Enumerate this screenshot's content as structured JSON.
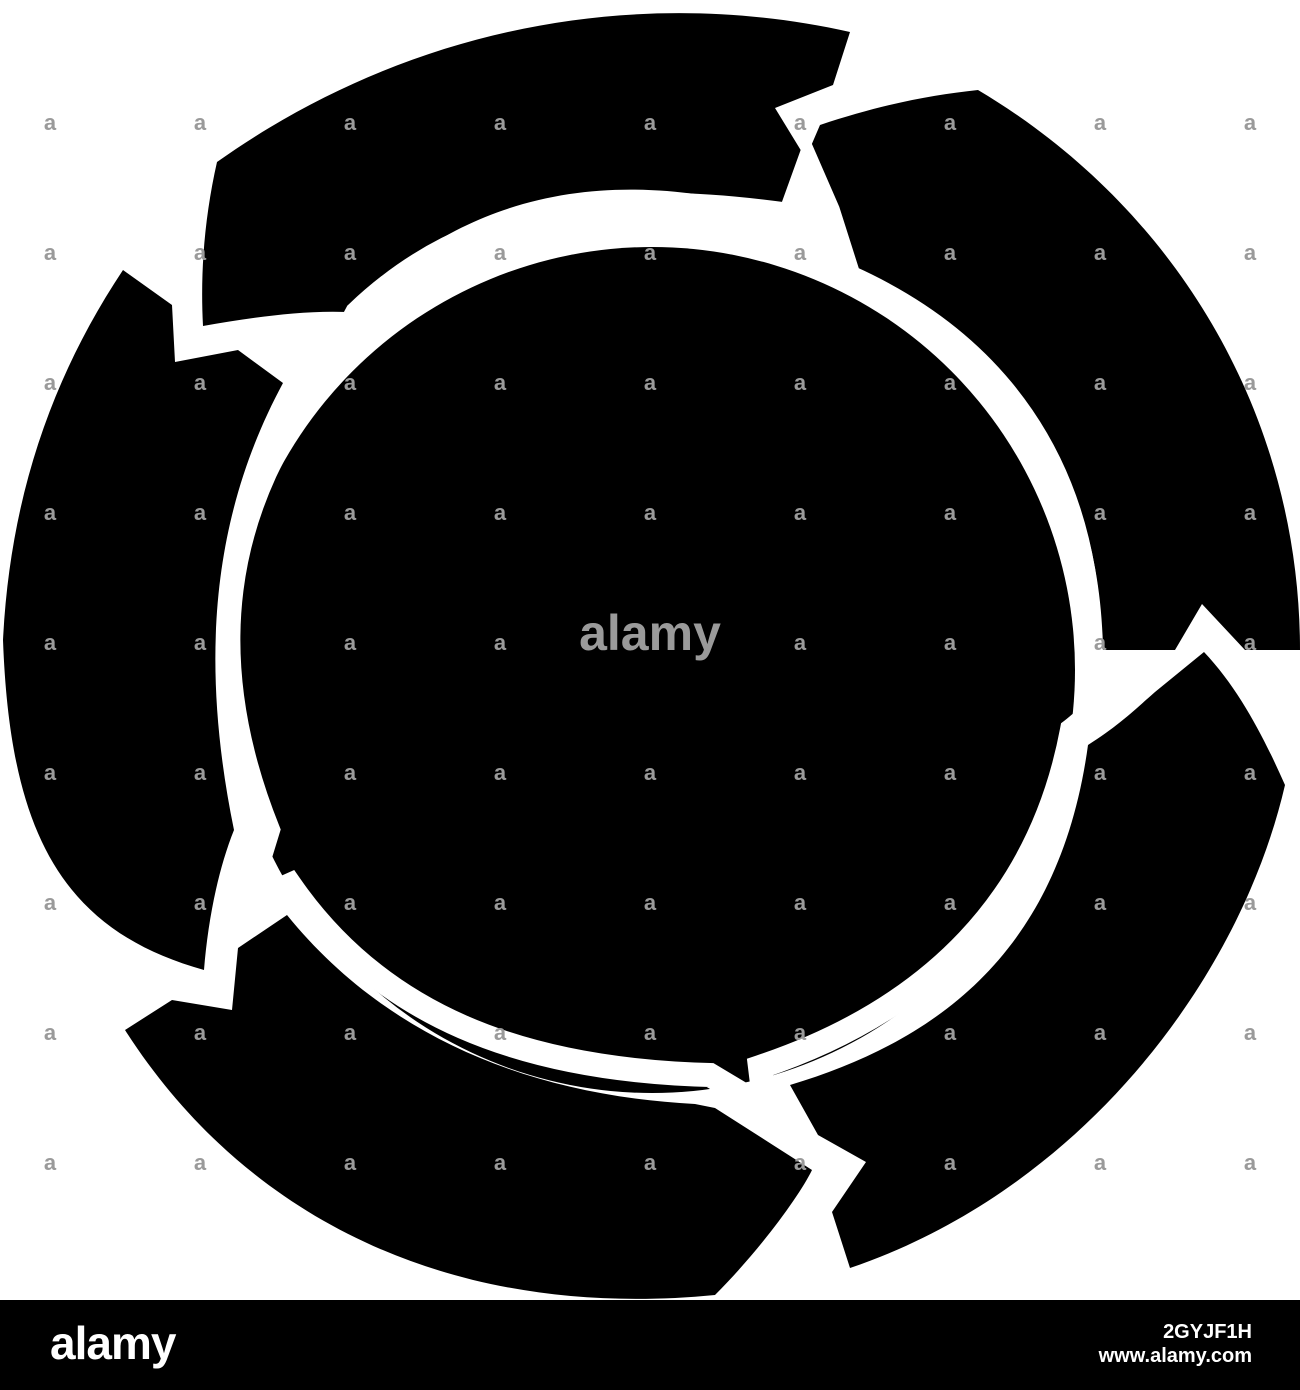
{
  "graphic": {
    "description_icon": "circular-arrows-cycle-icon",
    "fill_color": "#000000",
    "background_color": "#ffffff",
    "watermark_color": "#9a9a9a"
  },
  "watermarks": {
    "large_label": "alamy",
    "small_label": "a"
  },
  "footer": {
    "logo": "alamy",
    "image_id": "2GYJF1H",
    "site": "www.alamy.com"
  }
}
